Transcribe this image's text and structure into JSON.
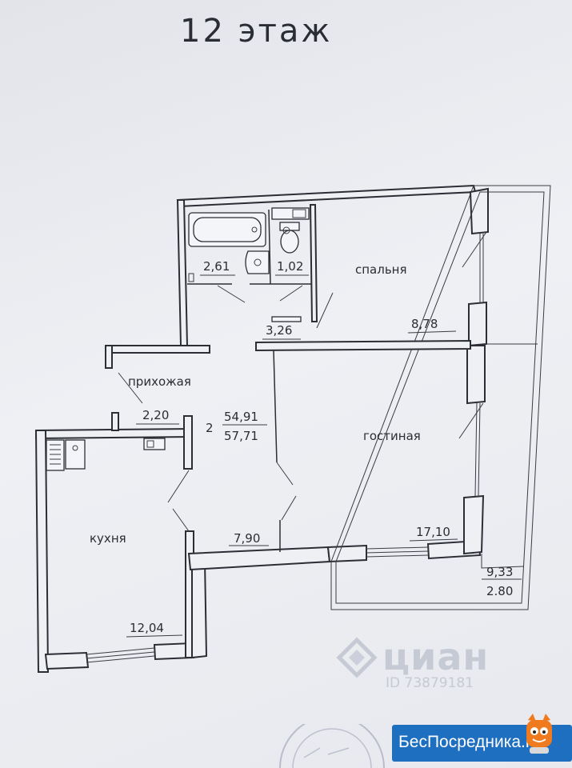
{
  "floor_title": "12 этаж",
  "rooms": {
    "bathroom_area": "2,61",
    "toilet_area": "1,02",
    "corridor_area": "3,26",
    "bedroom_label": "спальня",
    "bedroom_area": "8,78",
    "hallway_label": "прихожая",
    "hallway_area": "2,20",
    "living_label": "гостиная",
    "living_area": "17,10",
    "kitchen_label": "кухня",
    "kitchen_area": "12,04",
    "vestibule_area": "7,90",
    "balcony_area": "9,33",
    "balcony_area_reduced": "2.80"
  },
  "apartment": {
    "rooms_count": "2",
    "living_area": "54,91",
    "total_area": "57,71"
  },
  "watermark": {
    "name": "циан",
    "id": "ID 73879181"
  },
  "brand": {
    "name": "БесПосредника",
    "domain": ".ru"
  },
  "colors": {
    "brand_blue": "#1f6fc0",
    "mascot_orange": "#f07a1e",
    "line": "#2c2e35"
  }
}
